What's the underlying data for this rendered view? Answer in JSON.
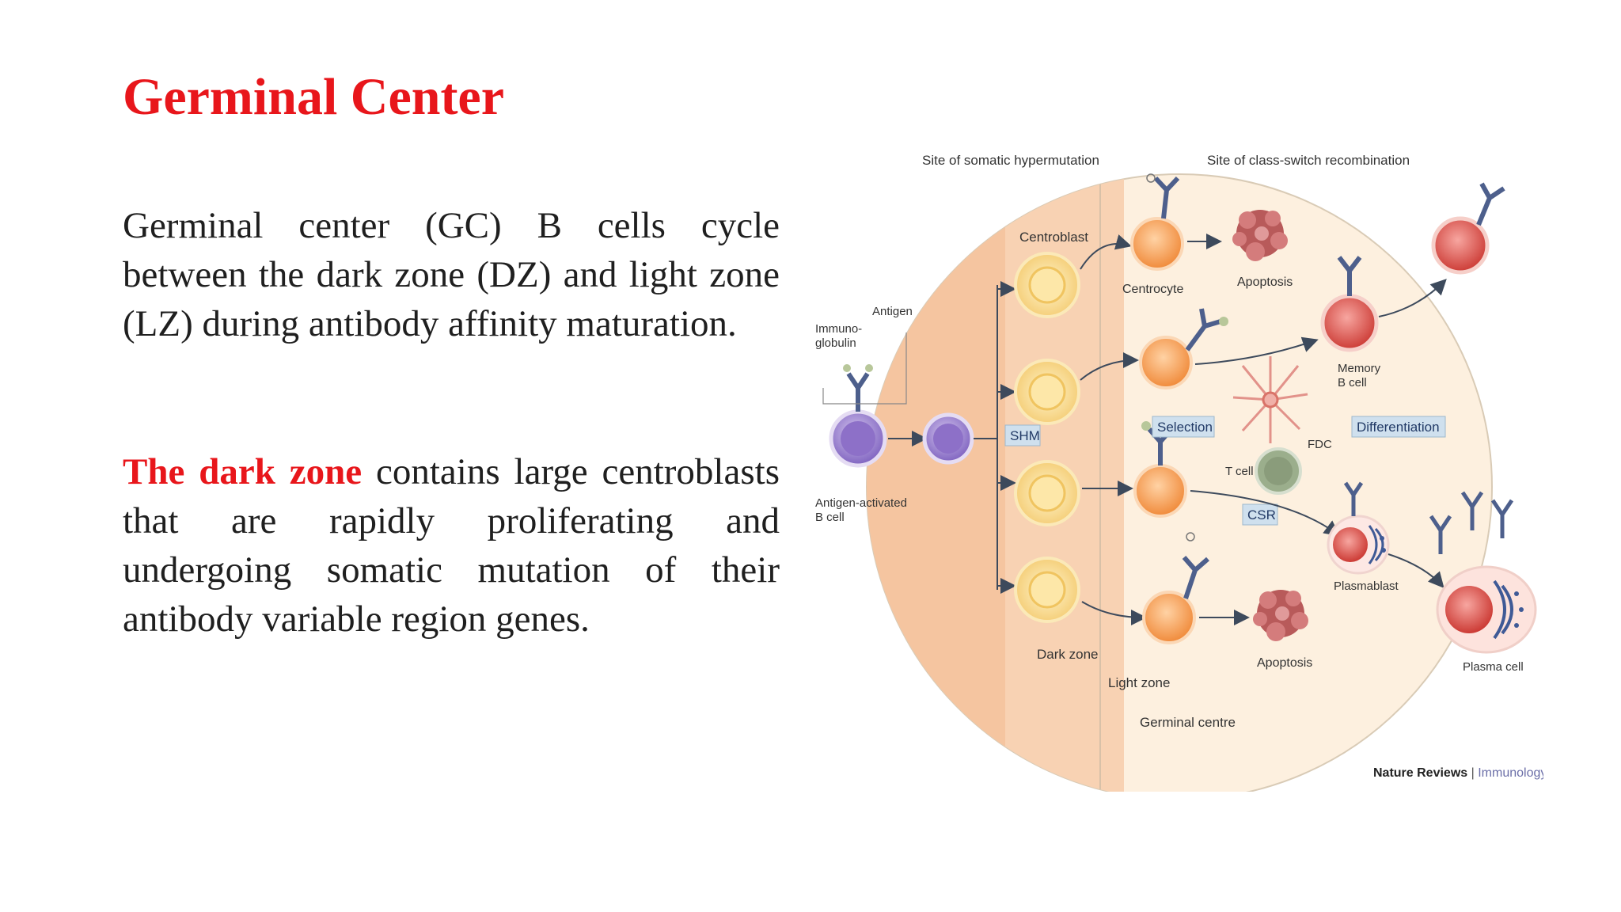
{
  "slide": {
    "title": "Germinal Center",
    "paragraph1": "Germinal center (GC) B cells cycle between the dark zone (DZ) and light zone (LZ) during antibody affinity maturation.",
    "paragraph2_lead": "The dark zone",
    "paragraph2_rest": " contains large centroblasts that are rapidly proliferating and undergoing somatic mutation of their antibody variable region genes."
  },
  "figure": {
    "site_shm": "Site of somatic hypermutation",
    "site_csr": "Site of class-switch recombination",
    "centroblast": "Centroblast",
    "centrocyte": "Centrocyte",
    "apoptosis": "Apoptosis",
    "antigen": "Antigen",
    "immunoglobulin_1": "Immuno-",
    "immunoglobulin_2": "globulin",
    "antigen_activated_1": "Antigen-activated",
    "antigen_activated_2": "B cell",
    "shm": "SHM",
    "selection": "Selection",
    "differentiation": "Differentiation",
    "memory_1": "Memory",
    "memory_2": "B cell",
    "fdc": "FDC",
    "t_cell": "T cell",
    "csr": "CSR",
    "plasmablast": "Plasmablast",
    "plasma_cell": "Plasma cell",
    "dark_zone": "Dark zone",
    "light_zone": "Light zone",
    "germinal_centre": "Germinal centre",
    "credit_journal": "Nature Reviews",
    "credit_sep": " | ",
    "credit_topic": "Immunology"
  },
  "colors": {
    "title_red": "#e8161b",
    "text": "#1f1f1f",
    "dark_zone_fill": "#f6c6a3",
    "light_zone_fill": "#fdf0df",
    "label_box": "#cfe0ee"
  }
}
